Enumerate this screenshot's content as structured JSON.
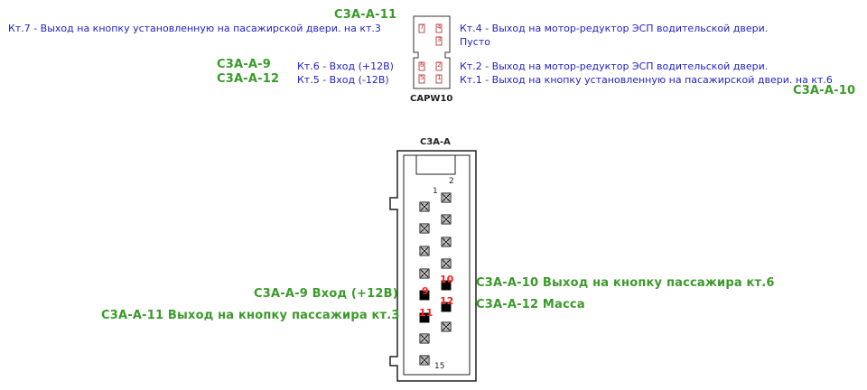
{
  "top": {
    "connector_name": "CAPW10",
    "left_green_top": "C3A-A-11",
    "pin7_desc": "Кт.7 - Выход на кнопку установленную на пасажирской двери. на кт.3",
    "left_green_9": "C3A-A-9",
    "left_green_12": "C3A-A-12",
    "pin6_desc": "Кт.6 - Вход (+12В)",
    "pin5_desc": "Кт.5 - Вход (-12В)",
    "pin4_desc": "Кт.4 - Выход на мотор-редуктор ЭСП водительской двери.",
    "empty_desc": "Пусто",
    "pin2_desc": "Кт.2 - Выход на мотор-редуктор ЭСП водительской двери.",
    "pin1_desc": "Кт.1 - Выход на кнопку установленную на пасажирской двери. на кт.6",
    "right_green_10": "C3A-A-10",
    "pin_numbers": [
      "7",
      "4",
      "3",
      "6",
      "2",
      "5",
      "1"
    ]
  },
  "bottom": {
    "connector_name": "C3A-A",
    "pin_first": "1",
    "pin_second": "2",
    "pin_last": "15",
    "pin9_num": "9",
    "pin10_num": "10",
    "pin11_num": "11",
    "pin12_num": "12",
    "label_10": "C3A-A-10 Выход на кнопку пассажира кт.6",
    "label_12": "C3A-A-12 Масса",
    "label_9": "C3A-A-9 Вход (+12В)",
    "label_11": "C3A-A-11 Выход на кнопку пассажира кт.3"
  },
  "colors": {
    "green": "#3a9a2a",
    "blue": "#1f1fc8",
    "highlight_pin": "#000000",
    "highlight_text": "#ff2020"
  }
}
